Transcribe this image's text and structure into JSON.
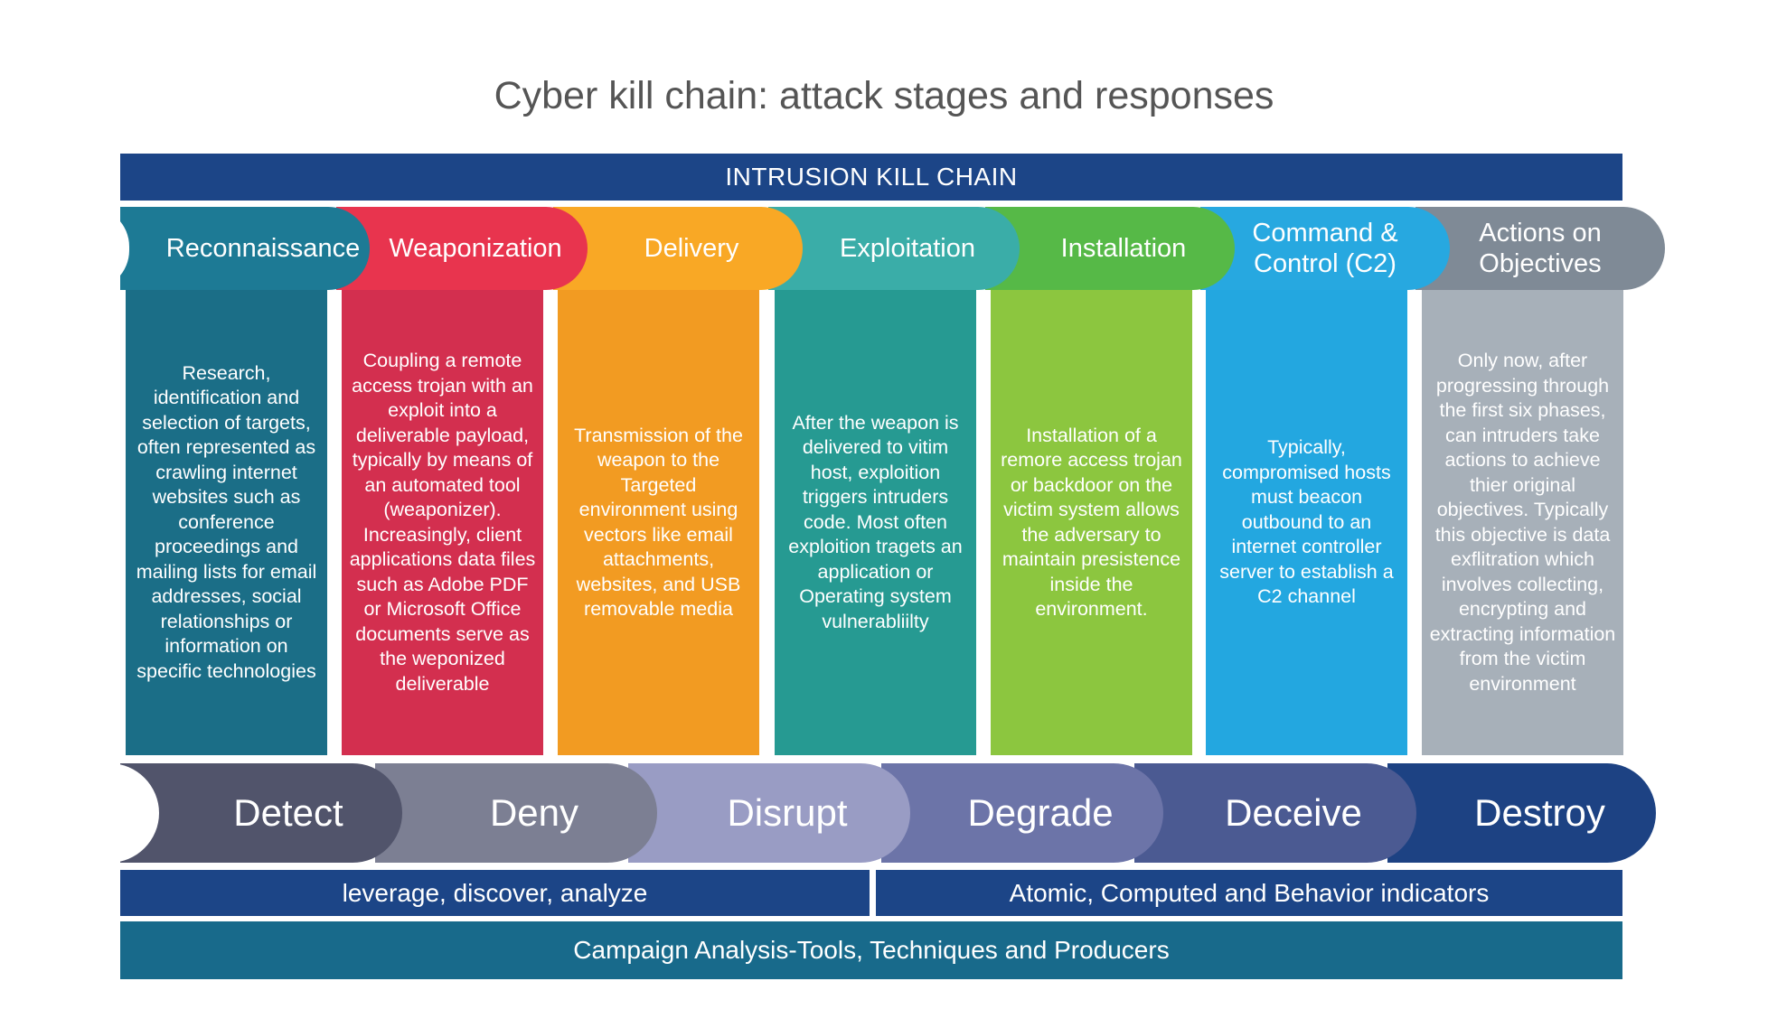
{
  "title": "Cyber kill chain: attack stages and responses",
  "top_banner": "INTRUSION KILL CHAIN",
  "stages": [
    {
      "name": "Reconnaissance",
      "description": "Research, identification and selection of targets, often represented as crawling internet websites such as conference proceedings and mailing lists for email addresses, social relationships or information on specific technologies",
      "head_color": "#1d7a95",
      "body_color": "#1b6e87"
    },
    {
      "name": "Weaponization",
      "description": "Coupling a remote access trojan with an exploit into a deliverable payload, typically by means of an automated tool (weaponizer). Increasingly, client applications data files such as Adobe PDF or Microsoft Office documents serve as the weponized deliverable",
      "head_color": "#e8344e",
      "body_color": "#d32f4f"
    },
    {
      "name": "Delivery",
      "description": "Transmission of the weapon to the Targeted environment using vectors like email attachments, websites, and USB removable media",
      "head_color": "#f9a825",
      "body_color": "#f29b22"
    },
    {
      "name": "Exploitation",
      "description": "After the weapon is delivered to vitim host, exploition triggers intruders code. Most often exploition tragets an application or Operating system vulnerabliilty",
      "head_color": "#3aada8",
      "body_color": "#269a92"
    },
    {
      "name": "Installation",
      "description": "Installation of a remore access trojan or backdoor on the victim system allows the adversary to maintain presistence inside the environment.",
      "head_color": "#56b947",
      "body_color": "#8cc63f"
    },
    {
      "name": "Command & Control (C2)",
      "description": "Typically, compromised hosts must beacon outbound to an internet controller server to establish a C2 channel",
      "head_color": "#27a8e0",
      "body_color": "#23a7e0"
    },
    {
      "name": "Actions on Objectives",
      "description": "Only now, after progressing through the first six phases, can intruders take actions to achieve thier original objectives. Typically this objective is data exflitration which involves collecting, encrypting and extracting information from the victim environment",
      "head_color": "#7f8a96",
      "body_color": "#a7b0b9"
    }
  ],
  "responses": [
    {
      "name": "Detect",
      "color": "#51546b"
    },
    {
      "name": "Deny",
      "color": "#7c7f93"
    },
    {
      "name": "Disrupt",
      "color": "#999cc4"
    },
    {
      "name": "Degrade",
      "color": "#6c74a8"
    },
    {
      "name": "Deceive",
      "color": "#4b5a92"
    },
    {
      "name": "Destroy",
      "color": "#1d4283"
    }
  ],
  "indicators": {
    "left": "leverage, discover, analyze",
    "right": "Atomic, Computed and Behavior indicators"
  },
  "campaign": "Campaign Analysis-Tools, Techniques and Producers"
}
